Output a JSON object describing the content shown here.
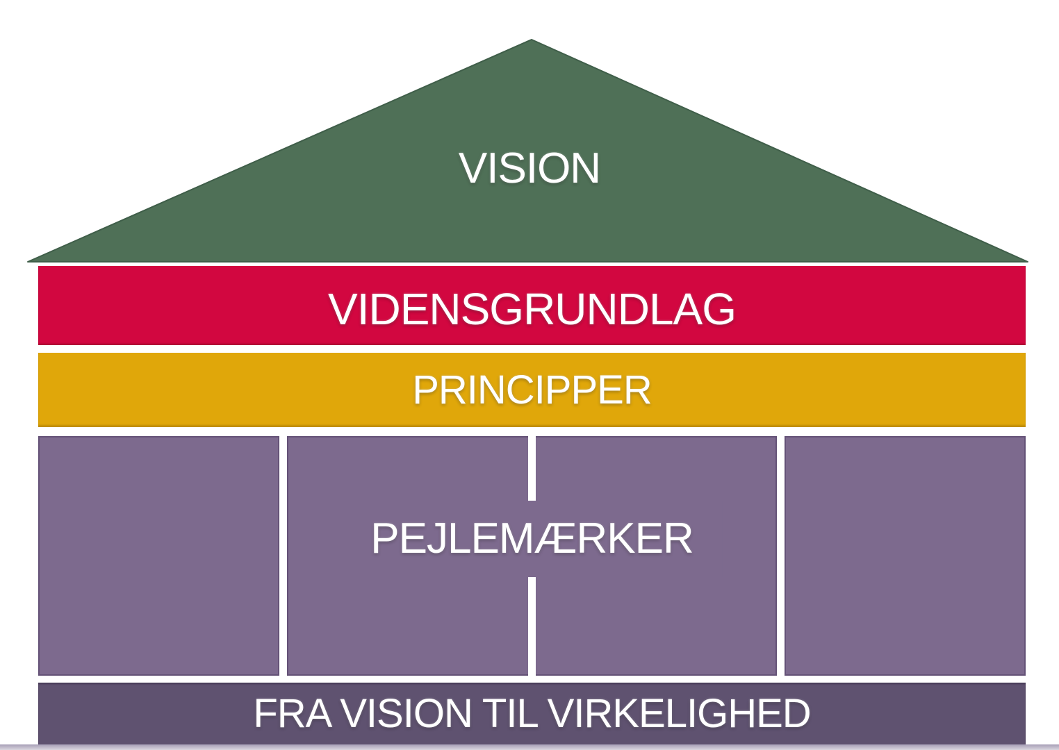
{
  "background_color": "#ffffff",
  "text_color": "#ffffff",
  "layers": {
    "vision": {
      "label": "VISION",
      "shape": "triangle-roof",
      "color": "#4f7057",
      "edge_color": "#3f5e49"
    },
    "vidensgrundlag": {
      "label": "VIDENSGRUNDLAG",
      "color": "#d20740"
    },
    "principper": {
      "label": "PRINCIPPER",
      "color": "#e0a70a"
    },
    "pejlemaerker": {
      "label": "PEJLEMÆRKER",
      "color": "#7d6a8e",
      "column_count": 4,
      "divider_color": "#ffffff"
    },
    "fra_vision_til_virkelighed": {
      "label": "FRA VISION TIL VIRKELIGHED",
      "color": "#5f5270"
    }
  }
}
